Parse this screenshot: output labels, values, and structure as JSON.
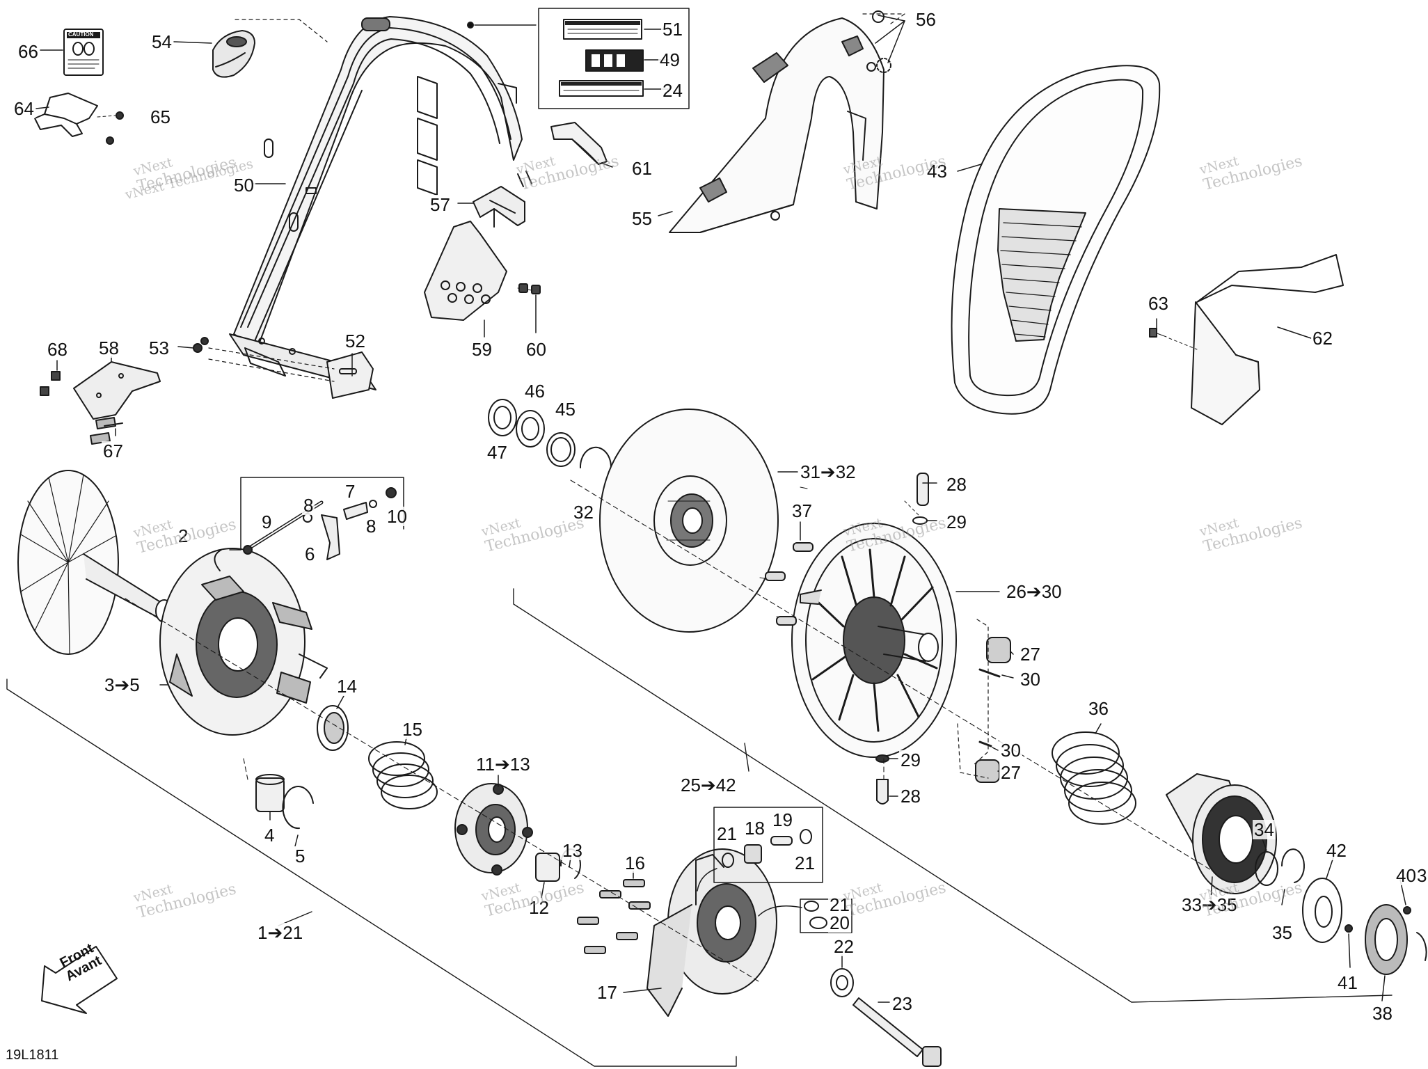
{
  "diagram_code": "19L1811",
  "front_label": {
    "line1": "Front",
    "line2": "Avant"
  },
  "watermark": {
    "line1": "vNext",
    "line2": "Technologies",
    "line3": "vNext Technologies"
  },
  "decal_66": {
    "title": "CAUTION"
  },
  "callouts": [
    {
      "id": "c1",
      "text": "66"
    },
    {
      "id": "c2",
      "text": "54"
    },
    {
      "id": "c3",
      "text": "64"
    },
    {
      "id": "c4",
      "text": "65"
    },
    {
      "id": "c5",
      "text": "50"
    },
    {
      "id": "c6",
      "text": "51"
    },
    {
      "id": "c7",
      "text": "49"
    },
    {
      "id": "c8",
      "text": "24"
    },
    {
      "id": "c9",
      "text": "61"
    },
    {
      "id": "c10",
      "text": "57"
    },
    {
      "id": "c11",
      "text": "59"
    },
    {
      "id": "c12",
      "text": "60"
    },
    {
      "id": "c13",
      "text": "53"
    },
    {
      "id": "c14",
      "text": "52"
    },
    {
      "id": "c15",
      "text": "68"
    },
    {
      "id": "c16",
      "text": "58"
    },
    {
      "id": "c17",
      "text": "67"
    },
    {
      "id": "c18",
      "text": "56"
    },
    {
      "id": "c19",
      "text": "55"
    },
    {
      "id": "c20",
      "text": "43"
    },
    {
      "id": "c21",
      "text": "63"
    },
    {
      "id": "c22",
      "text": "62"
    },
    {
      "id": "c23",
      "text": "46"
    },
    {
      "id": "c24",
      "text": "45"
    },
    {
      "id": "c25",
      "text": "47"
    },
    {
      "id": "c26",
      "text": "32"
    },
    {
      "id": "c27",
      "text": "31➔32"
    },
    {
      "id": "c28",
      "text": "28"
    },
    {
      "id": "c29",
      "text": "29"
    },
    {
      "id": "c30",
      "text": "37"
    },
    {
      "id": "c31",
      "text": "26➔30"
    },
    {
      "id": "c32",
      "text": "27"
    },
    {
      "id": "c33",
      "text": "30"
    },
    {
      "id": "c34",
      "text": "9"
    },
    {
      "id": "c35",
      "text": "8"
    },
    {
      "id": "c36",
      "text": "7"
    },
    {
      "id": "c37",
      "text": "8"
    },
    {
      "id": "c38",
      "text": "10"
    },
    {
      "id": "c39",
      "text": "6"
    },
    {
      "id": "c40",
      "text": "2"
    },
    {
      "id": "c41",
      "text": "3➔5"
    },
    {
      "id": "c42",
      "text": "14"
    },
    {
      "id": "c43",
      "text": "15"
    },
    {
      "id": "c44",
      "text": "11➔13"
    },
    {
      "id": "c45",
      "text": "4"
    },
    {
      "id": "c46",
      "text": "5"
    },
    {
      "id": "c47",
      "text": "13"
    },
    {
      "id": "c48",
      "text": "12"
    },
    {
      "id": "c49",
      "text": "16"
    },
    {
      "id": "c50",
      "text": "21"
    },
    {
      "id": "c51",
      "text": "18"
    },
    {
      "id": "c52",
      "text": "19"
    },
    {
      "id": "c53",
      "text": "21"
    },
    {
      "id": "c54",
      "text": "21"
    },
    {
      "id": "c55",
      "text": "20"
    },
    {
      "id": "c56",
      "text": "1➔21"
    },
    {
      "id": "c57",
      "text": "25➔42"
    },
    {
      "id": "c58",
      "text": "29"
    },
    {
      "id": "c59",
      "text": "28"
    },
    {
      "id": "c60",
      "text": "30"
    },
    {
      "id": "c61",
      "text": "27"
    },
    {
      "id": "c62",
      "text": "36"
    },
    {
      "id": "c63",
      "text": "34"
    },
    {
      "id": "c64",
      "text": "33➔35"
    },
    {
      "id": "c65",
      "text": "35"
    },
    {
      "id": "c66",
      "text": "42"
    },
    {
      "id": "c67",
      "text": "40"
    },
    {
      "id": "c68",
      "text": "3"
    },
    {
      "id": "c69",
      "text": "41"
    },
    {
      "id": "c70",
      "text": "38"
    },
    {
      "id": "c71",
      "text": "17"
    },
    {
      "id": "c72",
      "text": "22"
    },
    {
      "id": "c73",
      "text": "23"
    }
  ]
}
